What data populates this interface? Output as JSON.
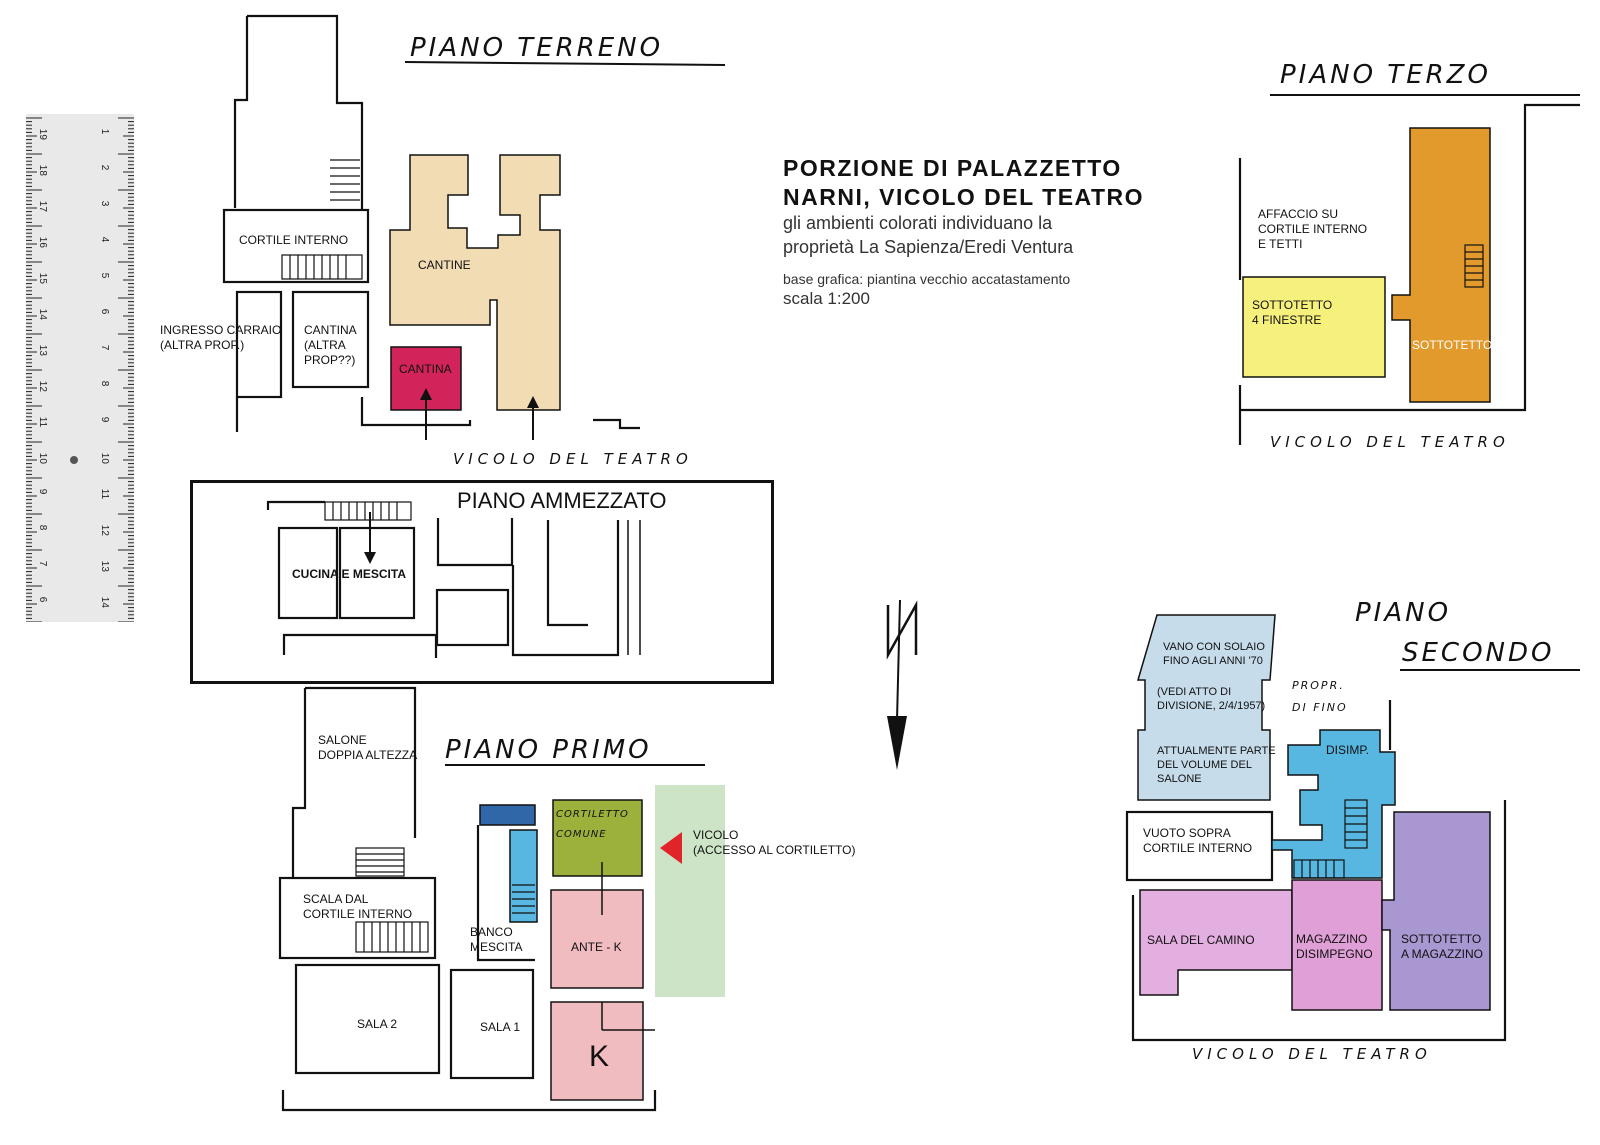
{
  "header": {
    "title_line1": "PORZIONE DI PALAZZETTO",
    "title_line2": "NARNI, VICOLO DEL TEATRO",
    "subtitle_line1": "gli ambienti colorati individuano la",
    "subtitle_line2": "proprietà La Sapienza/Eredi Ventura",
    "base": "base grafica: piantina vecchio accatastamento",
    "scale": "scala 1:200"
  },
  "colors": {
    "cantine": "#f2dcb3",
    "cantina_red": "#d2245a",
    "yellow": "#f6f07c",
    "orange": "#e39a2c",
    "lightblue": "#c7dceb",
    "cyan": "#58b7e0",
    "pink": "#e3aee0",
    "pink2": "#e09fd6",
    "purple": "#a997d2",
    "olive": "#9cb13c",
    "salmon": "#f1bcc0",
    "green": "#cde5c6",
    "navy": "#2f67a8",
    "arrow_red": "#e0242a"
  },
  "ruler": {
    "numbers_left": [
      "19",
      "18",
      "17",
      "16",
      "15",
      "14",
      "13",
      "12",
      "11",
      "10",
      "9",
      "8",
      "7",
      "6"
    ],
    "numbers_right": [
      "1",
      "2",
      "3",
      "4",
      "5",
      "6",
      "7",
      "8",
      "9",
      "10",
      "11",
      "12",
      "13",
      "14"
    ]
  },
  "terreno": {
    "title": "PIANO  TERRENO",
    "street": "VICOLO  DEL  TEATRO",
    "cortile": "CORTILE INTERNO",
    "cantine": "CANTINE",
    "cantina": "CANTINA",
    "ingresso": "INGRESSO CARRAIO\n(ALTRA PROP.)",
    "cantina_altra": "CANTINA\n(ALTRA\nPROP??)"
  },
  "ammezzato": {
    "title": "PIANO AMMEZZATO",
    "cucina": "CUCINA E MESCITA"
  },
  "primo": {
    "title": "PIANO  PRIMO",
    "salone": "SALONE\n   DOPPIA ALTEZZA",
    "scala": "SCALA DAL\nCORTILE INTERNO",
    "banco": "BANCO\nMESCITA",
    "cortiletto": "CORTILETTO\nCOMUNE",
    "ante_k": "ANTE - K",
    "k": "K",
    "sala1": "SALA  1",
    "sala2": "SALA  2",
    "vicolo": "VICOLO\n(ACCESSO AL CORTILETTO)"
  },
  "terzo": {
    "title": "PIANO  TERZO",
    "street": "VICOLO  DEL  TEATRO",
    "affaccio": "AFFACCIO SU\nCORTILE INTERNO\nE TETTI",
    "sottotetto4": "SOTTOTETTO\n        4 FINESTRE",
    "sottotetto": "SOTTOTETTO"
  },
  "secondo": {
    "title_line1": "PIANO",
    "title_line2": "SECONDO",
    "street": "VICOLO  DEL  TEATRO",
    "propr": "PROPR.\n        DI  FINO",
    "vano1": "VANO CON SOLAIO\nFINO AGLI ANNI '70",
    "vano2": "(VEDI ATTO DI\nDIVISIONE, 2/4/1957)",
    "vano3": "ATTUALMENTE PARTE\nDEL VOLUME DEL\nSALONE",
    "disimp": "DISIMP.",
    "vuoto": "VUOTO SOPRA\nCORTILE INTERNO",
    "sala_camino": "SALA DEL CAMINO",
    "magazzino": "MAGAZZINO\nDISIMPEGNO",
    "sottotetto_mag": "SOTTOTETTO\nA MAGAZZINO"
  },
  "north": {
    "label": "N"
  }
}
